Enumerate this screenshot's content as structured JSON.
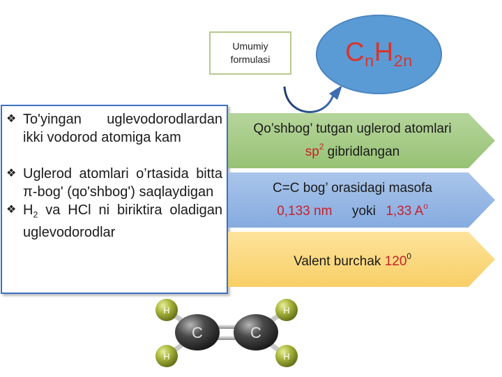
{
  "formula_label": {
    "line1": "Umumiy",
    "line2": "formulasi"
  },
  "formula": {
    "c": "C",
    "c_sub": "n",
    "h": "H",
    "h_sub": "2n"
  },
  "info_panel": {
    "bullet_mark": "❖",
    "item1": "To'yingan uglevodorodlardan ikki vodorod atomiga kam",
    "item2": "Uglerod atomlari o’rtasida bitta π-bog' (qo'shbog') saqlaydigan",
    "item3_pre": "H",
    "item3_sub": "2",
    "item3_post": " va HCl ni biriktira oladigan uglevodorodlar"
  },
  "bands": {
    "band1": {
      "line1": "Qo’shbog’ tutgan uglerod atomlari",
      "sp": "sp",
      "sp_sup": "2",
      "line2_rest": " gibridlangan"
    },
    "band2": {
      "line1": "C=C bog’ orasidagi masofa",
      "nm": "0,133 nm",
      "yoki": "yoki",
      "ang": "1,33 A",
      "ang_sup": "o"
    },
    "band3": {
      "text": "Valent burchak ",
      "value": "120",
      "value_sup": "0"
    }
  },
  "molecule": {
    "carbon": "C",
    "hydrogen": "H"
  },
  "colors": {
    "ellipse": "#5b9bd5",
    "formula_text": "#d9342b",
    "panel_border": "#3b71c0",
    "band_green": "#a6cc87",
    "band_blue": "#97b8e5",
    "band_yellow": "#fbd97f",
    "accent_red": "#c8202a",
    "hydrogen_atom": "#9aa832",
    "carbon_atom": "#3d3d3d"
  }
}
